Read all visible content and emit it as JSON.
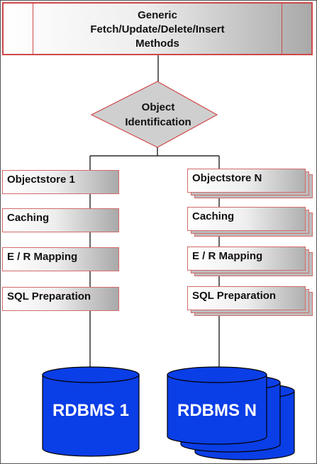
{
  "header": {
    "label": "Generic\nFetch/Update/Delete/Insert\nMethods"
  },
  "decision": {
    "label": "Object\nIdentification"
  },
  "left_stack": {
    "steps": [
      "Objectstore 1",
      "Caching",
      "E / R Mapping",
      "SQL Preparation"
    ],
    "database": "RDBMS 1"
  },
  "right_stack": {
    "steps": [
      "Objectstore N",
      "Caching",
      "E / R Mapping",
      "SQL Preparation"
    ],
    "database": "RDBMS N"
  },
  "colors": {
    "box_border": "#d04848",
    "diamond_fill": "#cfcfcf",
    "database_fill": "#0a3ee6",
    "database_outline": "#000000"
  }
}
